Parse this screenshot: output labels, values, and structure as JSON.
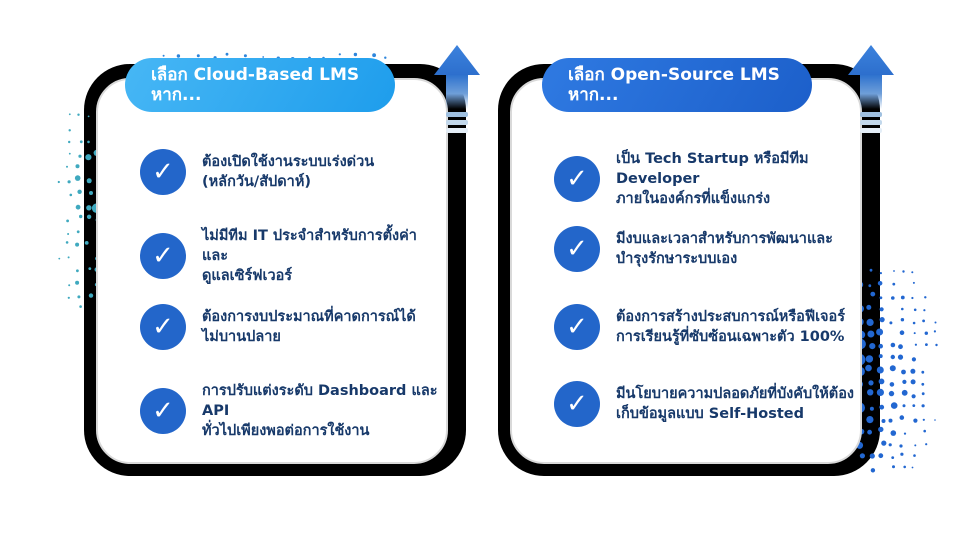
{
  "colors": {
    "background": "#ffffff",
    "card_outline": "#000000",
    "card_fill": "#ffffff",
    "header_cloud_blue": "#29a8f0",
    "header_opensource_blue": "#2166d1",
    "check_circle_blue": "#2366ca",
    "body_text_navy": "#17396a",
    "arrow_blue": "#2e72ce",
    "dots_left_teal": "#3fa9bf",
    "dots_right_blue": "#2267d1"
  },
  "icons": {
    "check": "✓",
    "arrow": "up-arrow"
  },
  "cards": [
    {
      "id": "cloud-based",
      "title_line1": "เลือก Cloud-Based LMS",
      "title_line2": "หาก...",
      "items": [
        {
          "text": "ต้องเปิดใช้งานระบบเร่งด่วน\n(หลักวัน/สัปดาห์)"
        },
        {
          "text": "ไม่มีทีม IT ประจำสำหรับการตั้งค่าและ\nดูแลเซิร์ฟเวอร์"
        },
        {
          "text": "ต้องการงบประมาณที่คาดการณ์ได้\nไม่บานปลาย"
        },
        {
          "text": "การปรับแต่งระดับ Dashboard และ API\nทั่วไปเพียงพอต่อการใช้งาน"
        }
      ]
    },
    {
      "id": "open-source",
      "title_line1": "เลือก Open-Source LMS",
      "title_line2": "หาก...",
      "items": [
        {
          "text": "เป็น Tech Startup หรือมีทีม Developer\nภายในองค์กรที่แข็งแกร่ง"
        },
        {
          "text": "มีงบและเวลาสำหรับการพัฒนาและ\nบำรุงรักษาระบบเอง"
        },
        {
          "text": "ต้องการสร้างประสบการณ์หรือฟีเจอร์\nการเรียนรู้ที่ซับซ้อนเฉพาะตัว 100%"
        },
        {
          "text": "มีนโยบายความปลอดภัยที่บังคับให้ต้อง\nเก็บข้อมูลแบบ Self-Hosted"
        }
      ]
    }
  ]
}
